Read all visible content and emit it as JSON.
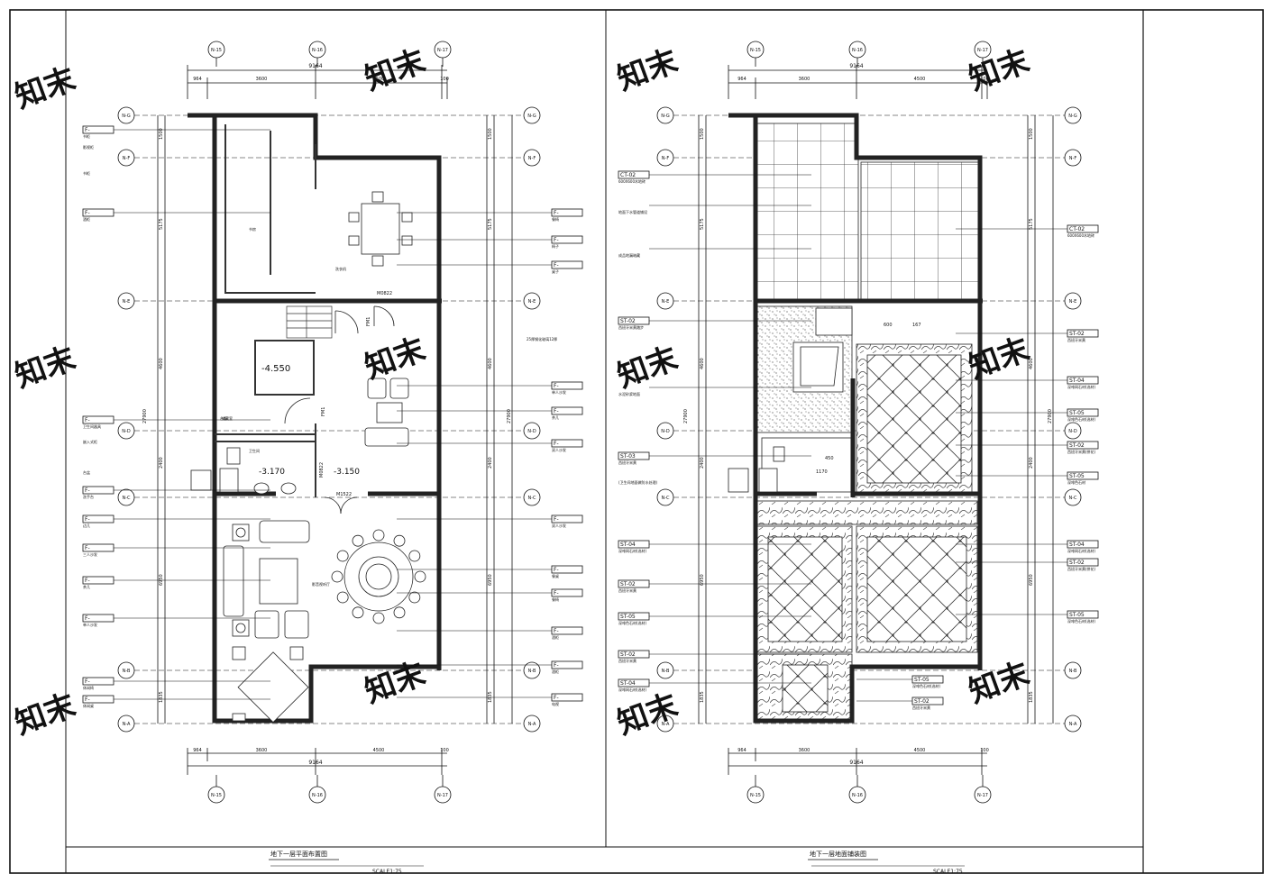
{
  "sheet": {
    "left_title": "地下一层平面布置图",
    "left_scale": "SCALE1:75",
    "right_title": "地下一层地面铺装图",
    "right_scale": "SCALE1:75",
    "watermark": "知末"
  },
  "left_plan": {
    "col_axes": [
      "N-15",
      "N-16",
      "N-17"
    ],
    "row_axes": [
      "N-G",
      "N-F",
      "N-E",
      "N-D",
      "N-C",
      "N-B",
      "N-A"
    ],
    "dims_top": [
      "964",
      "3600",
      "4500",
      "100"
    ],
    "dim_total": "9164",
    "dims_side": [
      "1500",
      "5175",
      "4600",
      "2400",
      "6950",
      "1835"
    ],
    "side_total": "27900",
    "elevations": [
      "-4.550",
      "-3.170",
      "-3.150"
    ],
    "doors": [
      "M0822",
      "FM1",
      "FM1",
      "M0822",
      "M1522"
    ],
    "room_labels": [
      "卫生间",
      "储藏室",
      "书房",
      "影音视听厅",
      "酒窖"
    ],
    "left_tags": [
      {
        "code": "F-",
        "text": "书柜"
      },
      {
        "code": "F-",
        "text": "酒柜"
      },
      {
        "code": "F-",
        "text": "卫生间器具"
      },
      {
        "code": "F-",
        "text": "洗手台"
      },
      {
        "code": "F-",
        "text": "边几"
      },
      {
        "code": "F-",
        "text": "三人沙发"
      },
      {
        "code": "F-",
        "text": "茶几"
      },
      {
        "code": "F-",
        "text": "单人沙发"
      },
      {
        "code": "F-",
        "text": "休闲椅"
      },
      {
        "code": "F-",
        "text": "休闲桌"
      }
    ],
    "left_notes": [
      "影视柜",
      "书柜",
      "嵌入式柜",
      "台盆",
      "台面",
      "洗衣机"
    ],
    "right_tags": [
      {
        "code": "F-",
        "text": "餐椅"
      },
      {
        "code": "F-",
        "text": "椅子"
      },
      {
        "code": "F-",
        "text": "桌子"
      },
      {
        "code": "F-",
        "text": "单人沙发"
      },
      {
        "code": "F-",
        "text": "茶几"
      },
      {
        "code": "F-",
        "text": "双人沙发"
      },
      {
        "code": "F-",
        "text": "双人沙发"
      },
      {
        "code": "F-",
        "text": "餐桌"
      },
      {
        "code": "F-",
        "text": "餐椅"
      },
      {
        "code": "F-",
        "text": "酒柜"
      },
      {
        "code": "F-",
        "text": "酒柜"
      },
      {
        "code": "F-",
        "text": "电视"
      }
    ],
    "right_note": "25厚钢化玻璃12厚"
  },
  "right_plan": {
    "col_axes": [
      "N-15",
      "N-16",
      "N-17"
    ],
    "row_axes": [
      "N-G",
      "N-F",
      "N-E",
      "N-D",
      "N-C",
      "N-B",
      "N-A"
    ],
    "dims_top": [
      "964",
      "3600",
      "4500",
      "100"
    ],
    "dim_total": "9164",
    "dims_side": [
      "1500",
      "5175",
      "4600",
      "2400",
      "6950",
      "1835"
    ],
    "side_total": "27900",
    "left_tags": [
      {
        "code": "CT-02",
        "text": "600X600木地砖"
      },
      {
        "code": "",
        "text": "地面下水管道铺设"
      },
      {
        "code": "",
        "text": "成品地漏暗藏"
      },
      {
        "code": "ST-02",
        "text": "西班牙米黄踏步"
      },
      {
        "code": "",
        "text": "水泥砂浆地面"
      },
      {
        "code": "ST-03",
        "text": "西班牙米黄"
      },
      {
        "code": "ST-04",
        "text": "深啡网石材(选材)"
      },
      {
        "code": "ST-02",
        "text": "西班牙米黄"
      },
      {
        "code": "ST-05",
        "text": "深啡色石材(选材)"
      },
      {
        "code": "ST-02",
        "text": "西班牙米黄"
      },
      {
        "code": "ST-04",
        "text": "深啡网石材(选材)"
      }
    ],
    "left_subnote": "(卫生间地面做防水处理)",
    "right_tags": [
      {
        "code": "CT-02",
        "text": "600X600木地砖"
      },
      {
        "code": "ST-02",
        "text": "西班牙米黄"
      },
      {
        "code": "ST-04",
        "text": "深啡网石材(选材)"
      },
      {
        "code": "ST-05",
        "text": "深啡色石材(选材)"
      },
      {
        "code": "ST-02",
        "text": "西班牙米黄(拼花)"
      },
      {
        "code": "ST-05",
        "text": "深啡色石材"
      },
      {
        "code": "ST-04",
        "text": "深啡网石材(选材)"
      },
      {
        "code": "ST-02",
        "text": "西班牙米黄(拼花)"
      },
      {
        "code": "ST-05",
        "text": "深啡色石材(选材)"
      }
    ],
    "bottom_tags": [
      {
        "code": "ST-05",
        "text": "深啡色石材(选材)"
      },
      {
        "code": "ST-02",
        "text": "西班牙米黄"
      }
    ],
    "levels": [
      "600",
      "167",
      "450",
      "1170"
    ]
  }
}
